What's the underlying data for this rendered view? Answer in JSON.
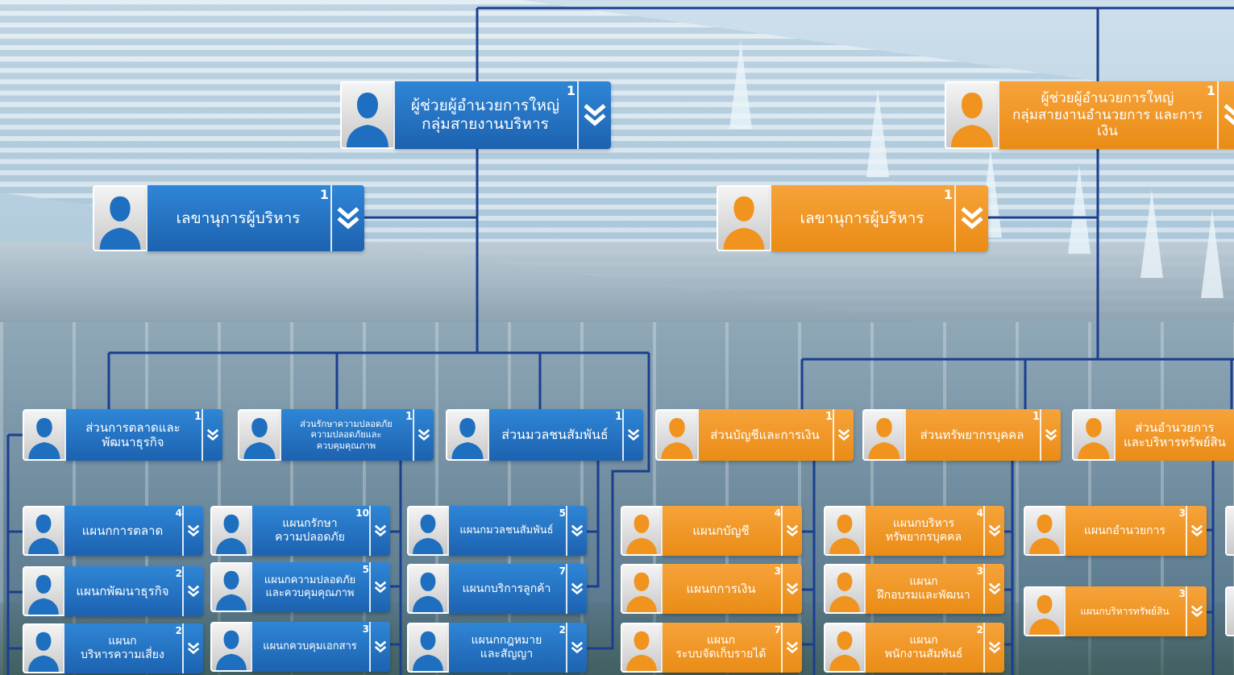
{
  "nodes": [
    {
      "id": "n1",
      "lines": [
        "ผู้ช่วยผู้อำนวยการใหญ่",
        "กลุ่มสายงานบริหาร"
      ],
      "count": "1"
    },
    {
      "id": "n2",
      "lines": [
        "ผู้ช่วยผู้อำนวยการใหญ่",
        "กลุ่มสายงานอำนวยการ และการเงิน"
      ],
      "count": "1"
    },
    {
      "id": "n3",
      "lines": [
        "เลขานุการผู้บริหาร"
      ],
      "count": "1"
    },
    {
      "id": "n4",
      "lines": [
        "เลขานุการผู้บริหาร"
      ],
      "count": "1"
    },
    {
      "id": "n5",
      "lines": [
        "ส่วนการตลาดและ",
        "พัฒนาธุรกิจ"
      ],
      "count": "1"
    },
    {
      "id": "n6",
      "lines": [
        "ส่วนรักษาความปลอดภัย",
        "ความปลอดภัยและ",
        "ควบคุมคุณภาพ"
      ],
      "count": "1"
    },
    {
      "id": "n7",
      "lines": [
        "ส่วนมวลชนสัมพันธ์"
      ],
      "count": "1"
    },
    {
      "id": "n8",
      "lines": [
        "ส่วนบัญชีและการเงิน"
      ],
      "count": "1"
    },
    {
      "id": "n9",
      "lines": [
        "ส่วนทรัพยากรบุคคล"
      ],
      "count": "1"
    },
    {
      "id": "n10",
      "lines": [
        "ส่วนอำนวยการ",
        "และบริหารทรัพย์สิน"
      ],
      "count": ""
    },
    {
      "id": "n11",
      "lines": [
        "แผนกการตลาด"
      ],
      "count": "4"
    },
    {
      "id": "n12",
      "lines": [
        "แผนกพัฒนาธุรกิจ"
      ],
      "count": "2"
    },
    {
      "id": "n13",
      "lines": [
        "แผนก",
        "บริหารความเสี่ยง"
      ],
      "count": "2"
    },
    {
      "id": "n14",
      "lines": [
        "แผนกรักษา",
        "ความปลอดภัย"
      ],
      "count": "10"
    },
    {
      "id": "n15",
      "lines": [
        "แผนกความปลอดภัย",
        "และควบคุมคุณภาพ"
      ],
      "count": "5"
    },
    {
      "id": "n16",
      "lines": [
        "แผนกควบคุมเอกสาร"
      ],
      "count": "3"
    },
    {
      "id": "n17",
      "lines": [
        "แผนกมวลชนสัมพันธ์"
      ],
      "count": "5"
    },
    {
      "id": "n18",
      "lines": [
        "แผนกบริการลูกค้า"
      ],
      "count": "7"
    },
    {
      "id": "n19",
      "lines": [
        "แผนกกฎหมาย",
        "และสัญญา"
      ],
      "count": "2"
    },
    {
      "id": "n20",
      "lines": [
        "แผนกบัญชี"
      ],
      "count": "4"
    },
    {
      "id": "n21",
      "lines": [
        "แผนกการเงิน"
      ],
      "count": "3"
    },
    {
      "id": "n22",
      "lines": [
        "แผนก",
        "ระบบจัดเก็บรายได้"
      ],
      "count": "7"
    },
    {
      "id": "n23",
      "lines": [
        "แผนกบริหาร",
        "ทรัพยากรบุคคล"
      ],
      "count": "4"
    },
    {
      "id": "n24",
      "lines": [
        "แผนก",
        "ฝึกอบรมและพัฒนา"
      ],
      "count": "3"
    },
    {
      "id": "n25",
      "lines": [
        "แผนก",
        "พนักงานสัมพันธ์"
      ],
      "count": "2"
    },
    {
      "id": "n26",
      "lines": [
        "แผนกอำนวยการ"
      ],
      "count": "3"
    },
    {
      "id": "n27",
      "lines": [
        "แผนกบริหารทรัพย์สิน"
      ],
      "count": "3"
    }
  ],
  "colors": {
    "blue": "#1f6fc0",
    "orange": "#f0941f",
    "connector": "#1a3f8f"
  },
  "icons": {
    "person": "person-avatar-icon",
    "expand": "double-chevron-down-icon"
  }
}
